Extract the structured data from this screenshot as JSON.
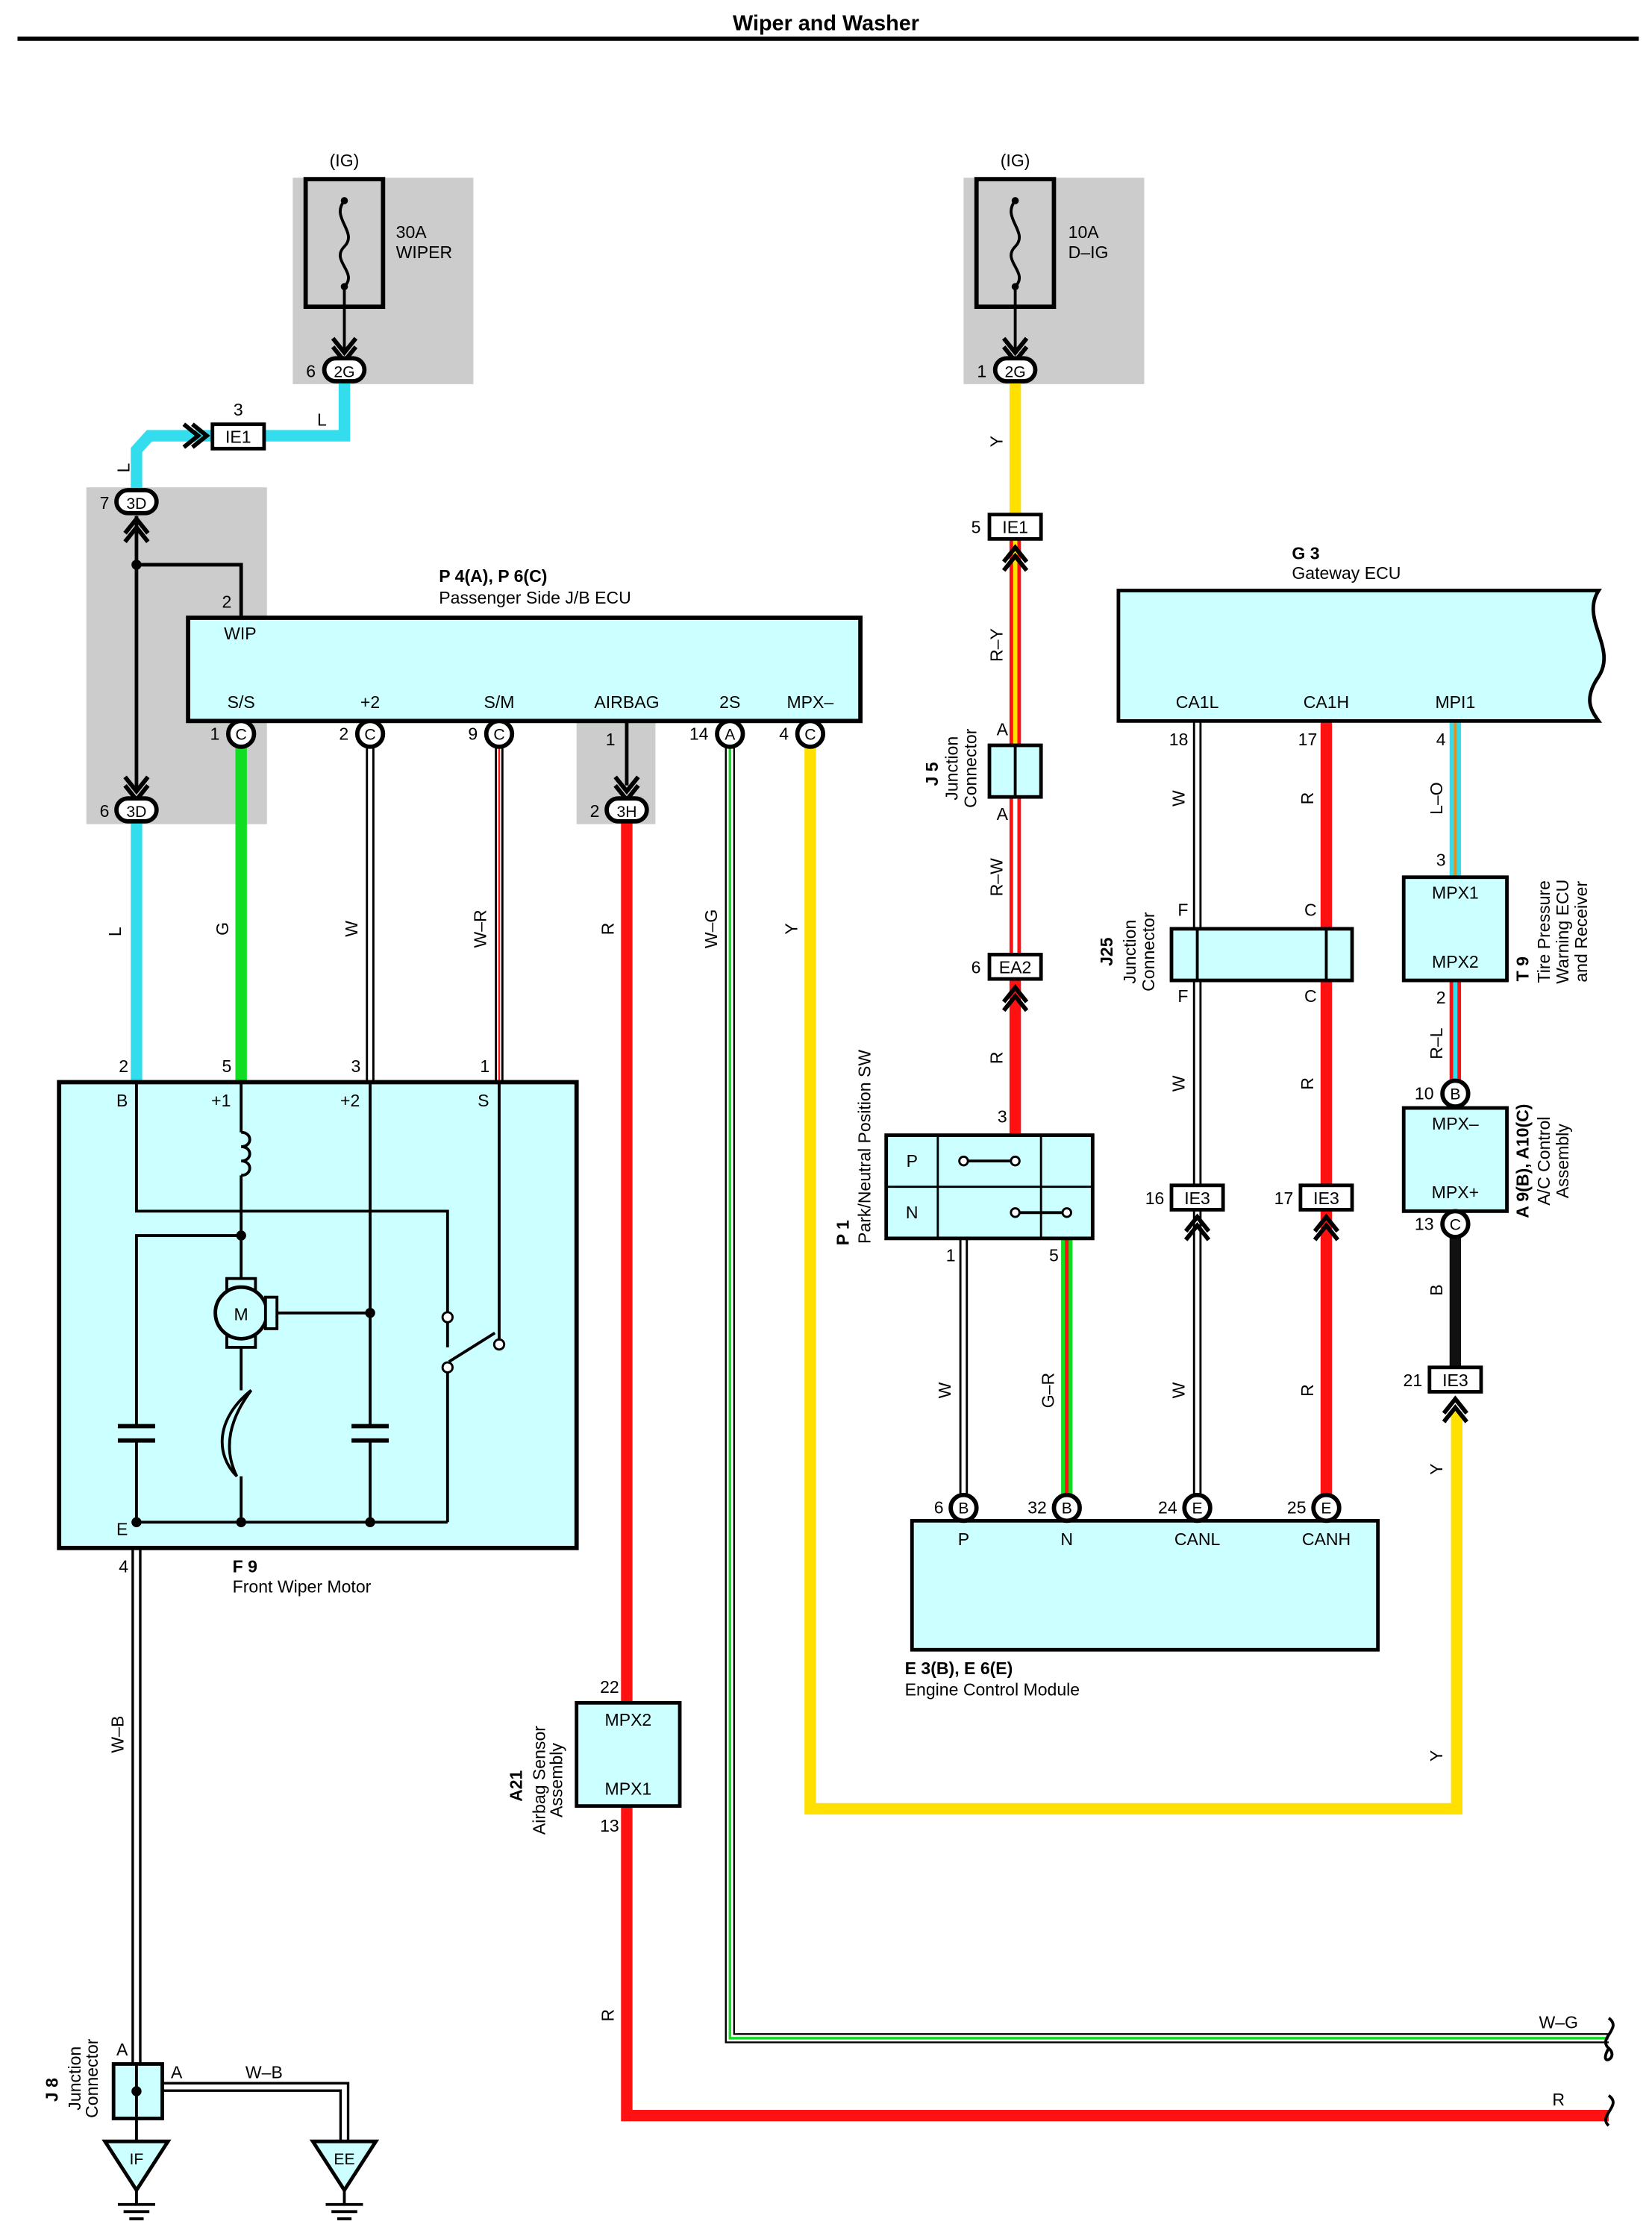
{
  "page_title": "Wiper and Washer",
  "colors": {
    "L": "#33ddee",
    "G": "#11dd22",
    "Y": "#ffe000",
    "R": "#ff1111",
    "B": "#111111",
    "W": "#ffffff",
    "box_fill": "#ccffff",
    "shade": "#cccccc"
  },
  "fuses": {
    "wiper": {
      "source": "(IG)",
      "rating": "30A",
      "name": "WIPER",
      "pin": "6",
      "conn": "2G"
    },
    "dig": {
      "source": "(IG)",
      "rating": "10A",
      "name": "D–IG",
      "pin": "1",
      "conn": "2G"
    }
  },
  "connectors": {
    "ie1_left": {
      "pin": "3",
      "id": "IE1"
    },
    "ie1_right": {
      "pin": "5",
      "id": "IE1"
    },
    "j3d_top": {
      "pin": "7",
      "id": "3D"
    },
    "j3d_bottom": {
      "pin": "6",
      "id": "3D"
    },
    "j3h": {
      "pin_top": "1",
      "pin": "2",
      "id": "3H"
    },
    "ea2": {
      "pin": "6",
      "id": "EA2"
    },
    "ie3_16": {
      "pin": "16",
      "id": "IE3"
    },
    "ie3_17": {
      "pin": "17",
      "id": "IE3"
    },
    "ie3_21": {
      "pin": "21",
      "id": "IE3"
    }
  },
  "jb_ecu": {
    "code": "P 4(A), P 6(C)",
    "name": "Passenger Side J/B ECU",
    "wip_label": "WIP",
    "wip_pin": "2",
    "terminals": [
      {
        "label": "S/S",
        "pin": "1",
        "conn": "C"
      },
      {
        "label": "+2",
        "pin": "2",
        "conn": "C"
      },
      {
        "label": "S/M",
        "pin": "9",
        "conn": "C"
      },
      {
        "label": "AIRBAG",
        "pin": "",
        "conn": ""
      },
      {
        "label": "2S",
        "pin": "14",
        "conn": "A"
      },
      {
        "label": "MPX–",
        "pin": "4",
        "conn": "C"
      }
    ]
  },
  "gateway": {
    "code": "G 3",
    "name": "Gateway ECU",
    "terminals": [
      {
        "label": "CA1L",
        "pin": "18"
      },
      {
        "label": "CA1H",
        "pin": "17"
      },
      {
        "label": "MPI1",
        "pin": "4"
      }
    ]
  },
  "wiper_motor": {
    "code": "F 9",
    "name": "Front Wiper Motor",
    "terminals": [
      {
        "label": "B",
        "pin": "2"
      },
      {
        "label": "+1",
        "pin": "5"
      },
      {
        "label": "+2",
        "pin": "3"
      },
      {
        "label": "S",
        "pin": "1"
      }
    ],
    "ground_label": "E",
    "ground_pin": "4",
    "motor_symbol": "M"
  },
  "wire_colors": {
    "l1": "L",
    "l2": "L",
    "l3": "L",
    "g": "G",
    "w1": "W",
    "wr": "W–R",
    "r1": "R",
    "wg": "W–G",
    "y1": "Y",
    "y2": "Y",
    "ry": "R–Y",
    "rw": "R–W",
    "r2": "R",
    "wb": "W–B",
    "wb2": "W–B",
    "w_can1": "W",
    "w_can2": "W",
    "w_can3": "W",
    "r_can1": "R",
    "r_can2": "R",
    "r_can3": "R",
    "lo": "L–O",
    "rl": "R–L",
    "b": "B",
    "y3": "Y",
    "y4": "Y",
    "w_p": "W",
    "gr": "G–R",
    "r_bottom": "R",
    "wg_end": "W–G",
    "r_end": "R"
  },
  "j5": {
    "code": "J 5",
    "name1": "Junction",
    "name2": "Connector",
    "pin_top": "A",
    "pin_bottom": "A"
  },
  "j25": {
    "code": "J25",
    "name1": "Junction",
    "name2": "Connector",
    "pins": [
      "F",
      "C",
      "F",
      "C"
    ]
  },
  "j8": {
    "code": "J 8",
    "name1": "Junction",
    "name2": "Connector",
    "pin_top": "A",
    "pin_right": "A"
  },
  "grounds": [
    "IF",
    "EE"
  ],
  "park_sw": {
    "code": "P 1",
    "name": "Park/Neutral Position SW",
    "rows": [
      "P",
      "N"
    ],
    "pin_top": "3",
    "pins_bottom": [
      "1",
      "5"
    ]
  },
  "tpms": {
    "code": "T 9",
    "name1": "Tire Pressure",
    "name2": "Warning ECU",
    "name3": "and Receiver",
    "t1": "MPX1",
    "t2": "MPX2",
    "pin_top": "3",
    "pin_bottom": "2"
  },
  "ac": {
    "code": "A 9(B), A10(C)",
    "name1": "A/C Control",
    "name2": "Assembly",
    "t1": "MPX–",
    "t2": "MPX+",
    "pin_top": "10",
    "conn_top": "B",
    "pin_bottom": "13",
    "conn_bottom": "C"
  },
  "ecm": {
    "code": "E 3(B), E 6(E)",
    "name": "Engine Control Module",
    "terminals": [
      {
        "label": "P",
        "pin": "6",
        "conn": "B"
      },
      {
        "label": "N",
        "pin": "32",
        "conn": "B"
      },
      {
        "label": "CANL",
        "pin": "24",
        "conn": "E"
      },
      {
        "label": "CANH",
        "pin": "25",
        "conn": "E"
      }
    ]
  },
  "airbag": {
    "code": "A21",
    "name1": "Airbag Sensor",
    "name2": "Assembly",
    "t1": "MPX2",
    "t2": "MPX1",
    "pin_top": "22",
    "pin_bottom": "13"
  }
}
